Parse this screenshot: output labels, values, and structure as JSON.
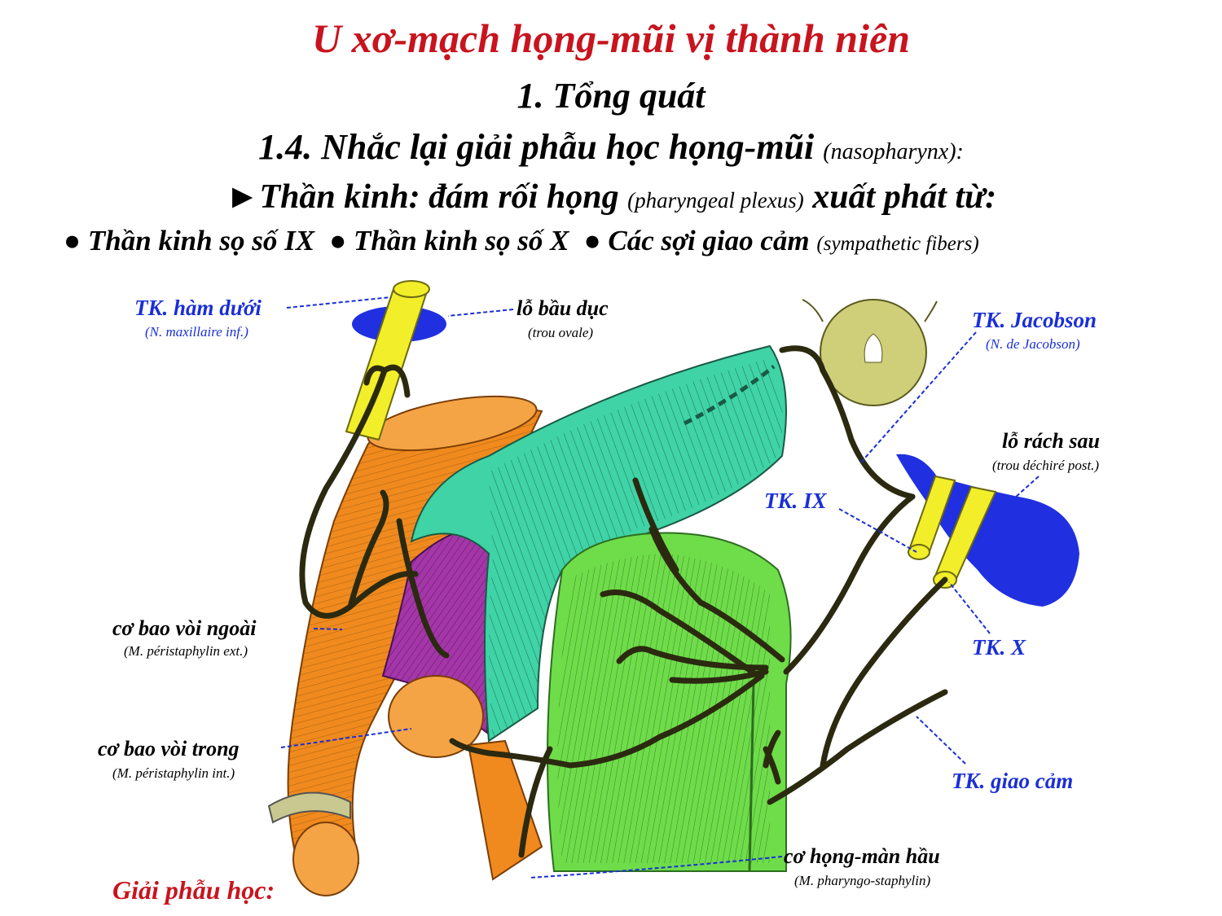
{
  "header": {
    "title": "U xơ-mạch họng-mũi vị thành niên",
    "line1": "1. Tổng quát",
    "line2_main": "1.4. Nhắc lại giải phẫu học họng-mũi",
    "line2_paren": "(nasopharynx):",
    "line3_arrow": "►",
    "line3_main": "Thần kinh: đám rối họng",
    "line3_paren": "(pharyngeal plexus)",
    "line3_end": "xuất phát từ:",
    "bullet": "●",
    "item1": "Thần kinh sọ số IX",
    "item2": "Thần kinh sọ số X",
    "item3": "Các sợi giao cảm",
    "item3_paren": "(sympathetic fibers)"
  },
  "diagram": {
    "labels": {
      "tk_ham_duoi": "TK. hàm dưới",
      "tk_ham_duoi_lat": "(N. maxillaire inf.)",
      "lo_bau_duc": "lỗ bầu dục",
      "lo_bau_duc_lat": "(trou ovale)",
      "tk_jacobson": "TK. Jacobson",
      "tk_jacobson_lat": "(N. de Jacobson)",
      "lo_rach_sau": "lỗ rách sau",
      "lo_rach_sau_lat": "(trou déchiré post.)",
      "tk_ix": "TK. IX",
      "tk_x": "TK. X",
      "co_bao_voi_ngoai": "cơ bao vòi ngoài",
      "co_bao_voi_ngoai_lat": "(M. péristaphylin ext.)",
      "co_bao_voi_trong": "cơ bao vòi trong",
      "co_bao_voi_trong_lat": "(M. péristaphylin int.)",
      "tk_giao_cam": "TK. giao cảm",
      "co_hong_man_hau": "cơ họng-màn hầu",
      "co_hong_man_hau_lat": "(M. pharyngo-staphylin)",
      "giai_phau_hoc": "Giải phẫu học:"
    },
    "colors": {
      "title_red": "#c8141e",
      "label_blue": "#1a2fd6",
      "orange_muscle": "#f08a1e",
      "teal_tube": "#3fd3a6",
      "purple_muscle": "#a436a8",
      "green_muscle": "#6fdc4a",
      "yellow_nerve": "#f2ee2a",
      "blue_foramen": "#2030e0",
      "nerve_dark": "#2b2a10",
      "tympanic_olive": "#cfcf7a"
    }
  }
}
